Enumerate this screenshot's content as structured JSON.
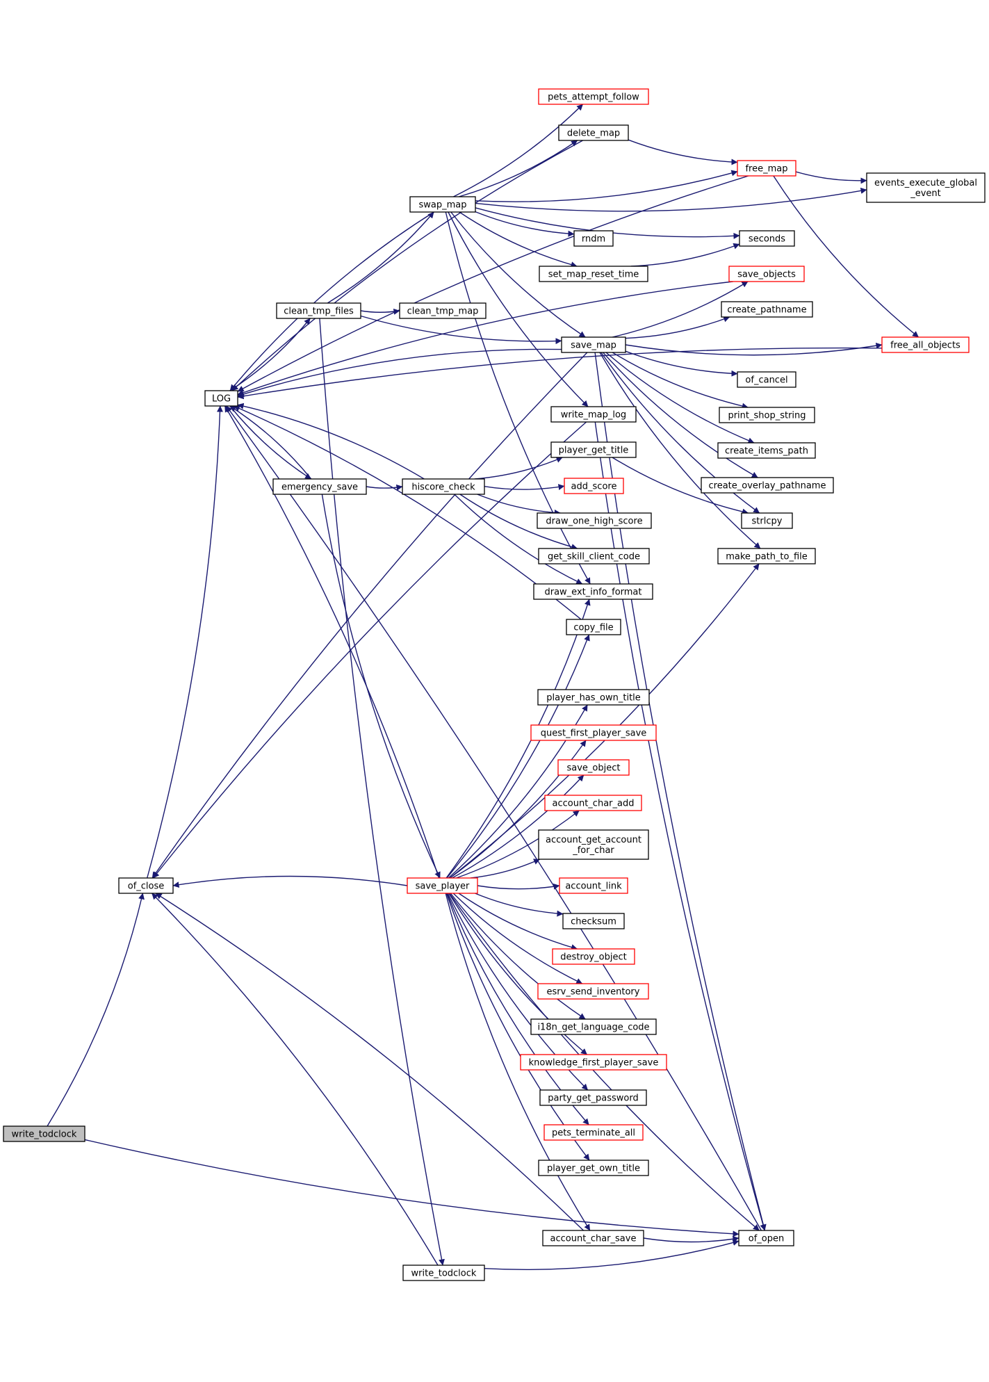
{
  "colors": {
    "edge": "#191970",
    "node_border": "#000000",
    "truncated_border": "#ff0000",
    "root_fill": "#bfbfbf"
  },
  "nodes": [
    {
      "id": "write_todclock_root",
      "label": "write_todclock",
      "style": "root"
    },
    {
      "id": "of_close",
      "label": "of_close",
      "style": "normal"
    },
    {
      "id": "LOG",
      "label": "LOG",
      "style": "normal"
    },
    {
      "id": "clean_tmp_files",
      "label": "clean_tmp_files",
      "style": "normal"
    },
    {
      "id": "clean_tmp_map",
      "label": "clean_tmp_map",
      "style": "normal"
    },
    {
      "id": "swap_map",
      "label": "swap_map",
      "style": "normal"
    },
    {
      "id": "emergency_save",
      "label": "emergency_save",
      "style": "normal"
    },
    {
      "id": "hiscore_check",
      "label": "hiscore_check",
      "style": "normal"
    },
    {
      "id": "save_player",
      "label": "save_player",
      "style": "red"
    },
    {
      "id": "write_todclock",
      "label": "write_todclock",
      "style": "normal"
    },
    {
      "id": "pets_attempt_follow",
      "label": "pets_attempt_follow",
      "style": "red"
    },
    {
      "id": "delete_map",
      "label": "delete_map",
      "style": "normal"
    },
    {
      "id": "rndm",
      "label": "rndm",
      "style": "normal"
    },
    {
      "id": "set_map_reset_time",
      "label": "set_map_reset_time",
      "style": "normal"
    },
    {
      "id": "save_map",
      "label": "save_map",
      "style": "normal"
    },
    {
      "id": "write_map_log",
      "label": "write_map_log",
      "style": "normal"
    },
    {
      "id": "player_get_title",
      "label": "player_get_title",
      "style": "normal"
    },
    {
      "id": "add_score",
      "label": "add_score",
      "style": "red"
    },
    {
      "id": "draw_one_high_score",
      "label": "draw_one_high_score",
      "style": "normal"
    },
    {
      "id": "get_skill_client_code",
      "label": "get_skill_client_code",
      "style": "normal"
    },
    {
      "id": "draw_ext_info_format",
      "label": "draw_ext_info_format",
      "style": "normal"
    },
    {
      "id": "copy_file",
      "label": "copy_file",
      "style": "normal"
    },
    {
      "id": "player_has_own_title",
      "label": "player_has_own_title",
      "style": "normal"
    },
    {
      "id": "quest_first_player_save",
      "label": "quest_first_player_save",
      "style": "red"
    },
    {
      "id": "save_object",
      "label": "save_object",
      "style": "red"
    },
    {
      "id": "account_char_add",
      "label": "account_char_add",
      "style": "red"
    },
    {
      "id": "account_get_account_for_char",
      "label": "account_get_account\n_for_char",
      "style": "normal"
    },
    {
      "id": "account_link",
      "label": "account_link",
      "style": "red"
    },
    {
      "id": "checksum",
      "label": "checksum",
      "style": "normal"
    },
    {
      "id": "destroy_object",
      "label": "destroy_object",
      "style": "red"
    },
    {
      "id": "esrv_send_inventory",
      "label": "esrv_send_inventory",
      "style": "red"
    },
    {
      "id": "i18n_get_language_code",
      "label": "i18n_get_language_code",
      "style": "normal"
    },
    {
      "id": "knowledge_first_player_save",
      "label": "knowledge_first_player_save",
      "style": "red"
    },
    {
      "id": "party_get_password",
      "label": "party_get_password",
      "style": "normal"
    },
    {
      "id": "pets_terminate_all",
      "label": "pets_terminate_all",
      "style": "red"
    },
    {
      "id": "player_get_own_title",
      "label": "player_get_own_title",
      "style": "normal"
    },
    {
      "id": "account_char_save",
      "label": "account_char_save",
      "style": "normal"
    },
    {
      "id": "free_map",
      "label": "free_map",
      "style": "red"
    },
    {
      "id": "events_execute_global_event",
      "label": "events_execute_global\n_event",
      "style": "normal"
    },
    {
      "id": "seconds",
      "label": "seconds",
      "style": "normal"
    },
    {
      "id": "save_objects",
      "label": "save_objects",
      "style": "red"
    },
    {
      "id": "create_pathname",
      "label": "create_pathname",
      "style": "normal"
    },
    {
      "id": "free_all_objects",
      "label": "free_all_objects",
      "style": "red"
    },
    {
      "id": "of_cancel",
      "label": "of_cancel",
      "style": "normal"
    },
    {
      "id": "print_shop_string",
      "label": "print_shop_string",
      "style": "normal"
    },
    {
      "id": "create_items_path",
      "label": "create_items_path",
      "style": "normal"
    },
    {
      "id": "create_overlay_pathname",
      "label": "create_overlay_pathname",
      "style": "normal"
    },
    {
      "id": "strlcpy",
      "label": "strlcpy",
      "style": "normal"
    },
    {
      "id": "make_path_to_file",
      "label": "make_path_to_file",
      "style": "normal"
    },
    {
      "id": "of_open",
      "label": "of_open",
      "style": "normal"
    }
  ],
  "edges": [
    [
      "write_todclock_root",
      "of_close"
    ],
    [
      "write_todclock_root",
      "of_open"
    ],
    [
      "of_close",
      "LOG"
    ],
    [
      "LOG",
      "clean_tmp_files"
    ],
    [
      "LOG",
      "emergency_save"
    ],
    [
      "clean_tmp_files",
      "clean_tmp_map"
    ],
    [
      "clean_tmp_files",
      "swap_map"
    ],
    [
      "clean_tmp_files",
      "save_map"
    ],
    [
      "clean_tmp_files",
      "write_todclock"
    ],
    [
      "swap_map",
      "pets_attempt_follow"
    ],
    [
      "swap_map",
      "delete_map"
    ],
    [
      "swap_map",
      "free_map"
    ],
    [
      "swap_map",
      "events_execute_global_event"
    ],
    [
      "swap_map",
      "rndm"
    ],
    [
      "swap_map",
      "set_map_reset_time"
    ],
    [
      "swap_map",
      "seconds"
    ],
    [
      "swap_map",
      "save_map"
    ],
    [
      "swap_map",
      "write_map_log"
    ],
    [
      "swap_map",
      "draw_ext_info_format"
    ],
    [
      "swap_map",
      "LOG"
    ],
    [
      "delete_map",
      "free_map"
    ],
    [
      "delete_map",
      "LOG"
    ],
    [
      "free_map",
      "events_execute_global_event"
    ],
    [
      "free_map",
      "free_all_objects"
    ],
    [
      "free_map",
      "LOG"
    ],
    [
      "set_map_reset_time",
      "seconds"
    ],
    [
      "save_objects",
      "LOG"
    ],
    [
      "save_map",
      "save_objects"
    ],
    [
      "save_map",
      "create_pathname"
    ],
    [
      "save_map",
      "free_all_objects"
    ],
    [
      "save_map",
      "of_cancel"
    ],
    [
      "save_map",
      "print_shop_string"
    ],
    [
      "save_map",
      "create_items_path"
    ],
    [
      "save_map",
      "create_overlay_pathname"
    ],
    [
      "save_map",
      "strlcpy"
    ],
    [
      "save_map",
      "make_path_to_file"
    ],
    [
      "save_map",
      "of_open"
    ],
    [
      "save_map",
      "LOG"
    ],
    [
      "save_map",
      "of_close"
    ],
    [
      "free_all_objects",
      "LOG"
    ],
    [
      "write_map_log",
      "of_close"
    ],
    [
      "write_map_log",
      "of_open"
    ],
    [
      "player_get_title",
      "strlcpy"
    ],
    [
      "emergency_save",
      "hiscore_check"
    ],
    [
      "emergency_save",
      "save_player"
    ],
    [
      "emergency_save",
      "LOG"
    ],
    [
      "hiscore_check",
      "player_get_title"
    ],
    [
      "hiscore_check",
      "add_score"
    ],
    [
      "hiscore_check",
      "draw_one_high_score"
    ],
    [
      "hiscore_check",
      "get_skill_client_code"
    ],
    [
      "hiscore_check",
      "draw_ext_info_format"
    ],
    [
      "hiscore_check",
      "LOG"
    ],
    [
      "copy_file",
      "LOG"
    ],
    [
      "save_player",
      "of_close"
    ],
    [
      "save_player",
      "LOG"
    ],
    [
      "save_player",
      "draw_ext_info_format"
    ],
    [
      "save_player",
      "copy_file"
    ],
    [
      "save_player",
      "make_path_to_file"
    ],
    [
      "save_player",
      "player_has_own_title"
    ],
    [
      "save_player",
      "quest_first_player_save"
    ],
    [
      "save_player",
      "save_object"
    ],
    [
      "save_player",
      "account_char_add"
    ],
    [
      "save_player",
      "account_get_account_for_char"
    ],
    [
      "save_player",
      "account_link"
    ],
    [
      "save_player",
      "checksum"
    ],
    [
      "save_player",
      "destroy_object"
    ],
    [
      "save_player",
      "esrv_send_inventory"
    ],
    [
      "save_player",
      "i18n_get_language_code"
    ],
    [
      "save_player",
      "knowledge_first_player_save"
    ],
    [
      "save_player",
      "party_get_password"
    ],
    [
      "save_player",
      "pets_terminate_all"
    ],
    [
      "save_player",
      "player_get_own_title"
    ],
    [
      "save_player",
      "account_char_save"
    ],
    [
      "save_player",
      "of_open"
    ],
    [
      "account_char_save",
      "of_close"
    ],
    [
      "account_char_save",
      "of_open"
    ],
    [
      "write_todclock",
      "of_close"
    ],
    [
      "write_todclock",
      "of_open"
    ],
    [
      "of_open",
      "LOG"
    ]
  ]
}
